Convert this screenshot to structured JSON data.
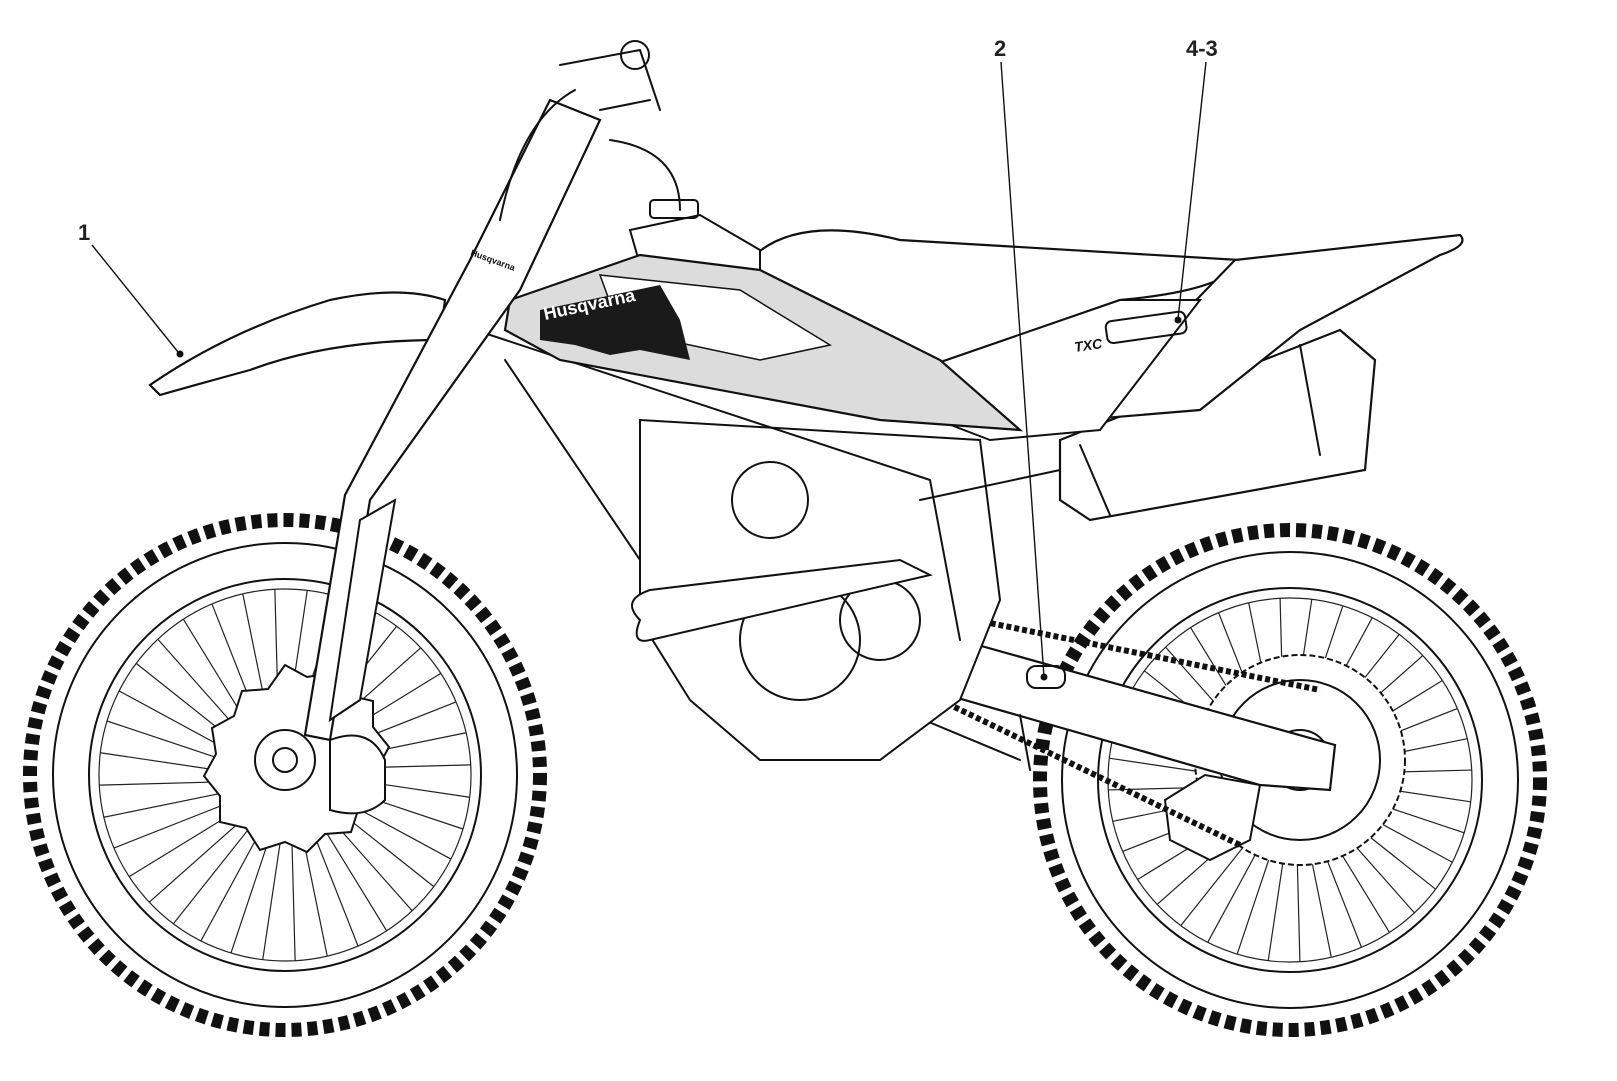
{
  "callouts": [
    {
      "id": "1",
      "label": "1"
    },
    {
      "id": "2",
      "label": "2"
    },
    {
      "id": "4-3",
      "label": "4-3"
    }
  ],
  "decals": {
    "tank_brand": "Husqvarna",
    "fork_brand": "Husqvarna",
    "side_model": "TXC"
  },
  "colors": {
    "line": "#111111",
    "decal_dark": "#1a1a1a",
    "decal_grey": "#dcdcdc"
  }
}
